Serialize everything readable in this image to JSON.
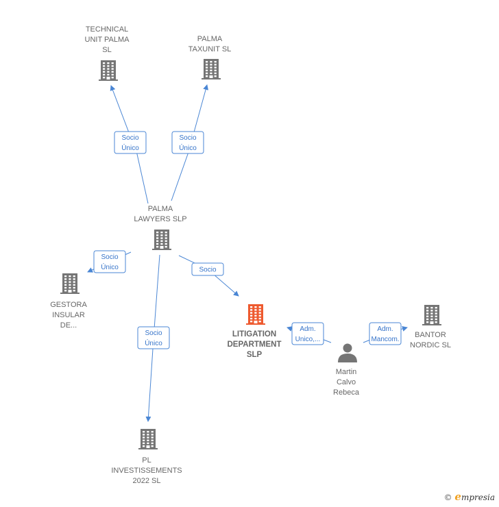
{
  "colors": {
    "building": "#757575",
    "focus": "#ee5a2f",
    "person": "#757575",
    "edge": "#4a86d4",
    "text": "#666666"
  },
  "nodes": [
    {
      "id": "technical",
      "kind": "company",
      "lines": [
        "TECHNICAL",
        "UNIT PALMA",
        "SL"
      ],
      "icon": "building-icon"
    },
    {
      "id": "taxunit",
      "kind": "company",
      "lines": [
        "PALMA",
        "TAXUNIT  SL"
      ],
      "icon": "building-icon"
    },
    {
      "id": "lawyers",
      "kind": "company",
      "lines": [
        "PALMA",
        "LAWYERS  SLP"
      ],
      "icon": "building-icon"
    },
    {
      "id": "gestora",
      "kind": "company",
      "lines": [
        "GESTORA",
        "INSULAR",
        "DE..."
      ],
      "icon": "building-icon"
    },
    {
      "id": "litigation",
      "kind": "focus",
      "lines": [
        "LITIGATION",
        "DEPARTMENT",
        "SLP"
      ],
      "icon": "building-icon"
    },
    {
      "id": "pl",
      "kind": "company",
      "lines": [
        "PL",
        "INVESTISSEMENTS",
        "2022  SL"
      ],
      "icon": "building-icon"
    },
    {
      "id": "martin",
      "kind": "person",
      "lines": [
        "Martin",
        "Calvo",
        "Rebeca"
      ],
      "icon": "person-icon"
    },
    {
      "id": "bantor",
      "kind": "company",
      "lines": [
        "BANTOR",
        "NORDIC  SL"
      ],
      "icon": "building-icon"
    }
  ],
  "edges": [
    {
      "from": "lawyers",
      "to": "technical",
      "label": [
        "Socio",
        "Único"
      ]
    },
    {
      "from": "lawyers",
      "to": "taxunit",
      "label": [
        "Socio",
        "Único"
      ]
    },
    {
      "from": "lawyers",
      "to": "gestora",
      "label": [
        "Socio",
        "Único"
      ]
    },
    {
      "from": "lawyers",
      "to": "litigation",
      "label": [
        "Socio"
      ]
    },
    {
      "from": "lawyers",
      "to": "pl",
      "label": [
        "Socio",
        "Único"
      ]
    },
    {
      "from": "martin",
      "to": "litigation",
      "label": [
        "Adm.",
        "Unico,..."
      ]
    },
    {
      "from": "martin",
      "to": "bantor",
      "label": [
        "Adm.",
        "Mancom."
      ]
    }
  ],
  "footer": {
    "copyright": "©",
    "brand_initial": "e",
    "brand_rest": "mpresia"
  }
}
